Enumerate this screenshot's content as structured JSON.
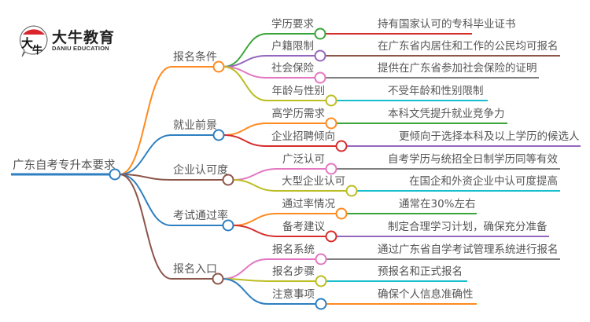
{
  "logo": {
    "name_cn": "大牛教育",
    "name_en": "DANIU EDUCATION",
    "glyph": "大牛",
    "accent_color": "#d9252b"
  },
  "mindmap": {
    "root": {
      "label": "广东自考专升本要求",
      "color": "#2e7fc1"
    },
    "branches": [
      {
        "label": "报名条件",
        "color": "#ff8a1f",
        "children": [
          {
            "label": "学历要求",
            "color": "#3aa53a",
            "leaf": "持有国家认可的专科毕业证书",
            "leaf_color": "#d62d2d"
          },
          {
            "label": "户籍限制",
            "color": "#9467bd",
            "leaf": "在广东省内居住和工作的公民均可报名",
            "leaf_color": "#8c564b"
          },
          {
            "label": "社会保险",
            "color": "#e377c2",
            "leaf": "提供在广东省参加社会保险的证明",
            "leaf_color": "#7f7f7f"
          },
          {
            "label": "年龄与性别",
            "color": "#bcbd22",
            "leaf": "不受年龄和性别限制",
            "leaf_color": "#17becf"
          }
        ]
      },
      {
        "label": "就业前景",
        "color": "#2e7fc1",
        "children": [
          {
            "label": "高学历需求",
            "color": "#ff8a1f",
            "leaf": "本科文凭提升就业竞争力",
            "leaf_color": "#3aa53a"
          },
          {
            "label": "企业招聘倾向",
            "color": "#d62d2d",
            "leaf": "更倾向于选择本科及以上学历的候选人",
            "leaf_color": "#9467bd"
          }
        ]
      },
      {
        "label": "企业认可度",
        "color": "#8c564b",
        "children": [
          {
            "label": "广泛认可",
            "color": "#e377c2",
            "leaf": "自考学历与统招全日制学历同等有效",
            "leaf_color": "#7f7f7f"
          },
          {
            "label": "大型企业认可",
            "color": "#bcbd22",
            "leaf": "在国企和外资企业中认可度提高",
            "leaf_color": "#17becf"
          }
        ]
      },
      {
        "label": "考试通过率",
        "color": "#2e7fc1",
        "children": [
          {
            "label": "通过率情况",
            "color": "#ff8a1f",
            "leaf": "通常在30%左右",
            "leaf_color": "#3aa53a"
          },
          {
            "label": "备考建议",
            "color": "#d62d2d",
            "leaf": "制定合理学习计划，确保充分准备",
            "leaf_color": "#9467bd"
          }
        ]
      },
      {
        "label": "报名入口",
        "color": "#8c564b",
        "children": [
          {
            "label": "报名系统",
            "color": "#e377c2",
            "leaf": "通过广东省自学考试管理系统进行报名",
            "leaf_color": "#7f7f7f"
          },
          {
            "label": "报名步骤",
            "color": "#bcbd22",
            "leaf": "预报名和正式报名",
            "leaf_color": "#17becf"
          },
          {
            "label": "注意事项",
            "color": "#2e7fc1",
            "leaf": "确保个人信息准确性",
            "leaf_color": "#ff8a1f"
          }
        ]
      }
    ]
  }
}
